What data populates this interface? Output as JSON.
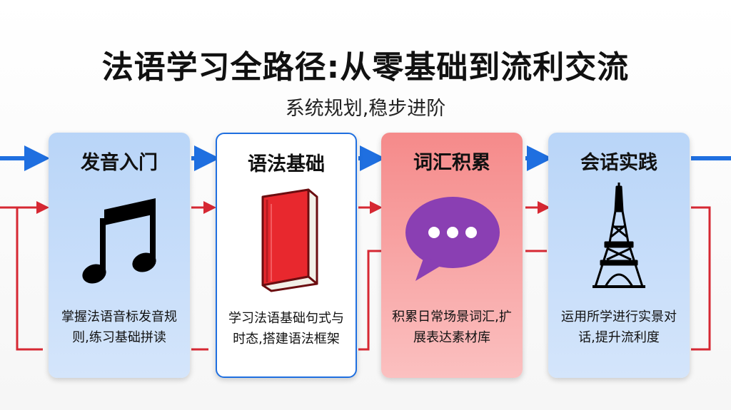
{
  "header": {
    "title": "法语学习全路径:从零基础到流利交流",
    "subtitle": "系统规划,稳步进阶"
  },
  "stages": [
    {
      "title": "发音入门",
      "icon": "music-note-icon",
      "description": "掌握法语音标发音规则,练习基础拼读"
    },
    {
      "title": "语法基础",
      "icon": "book-icon",
      "description": "学习法语基础句式与时态,搭建语法框架"
    },
    {
      "title": "词汇积累",
      "icon": "speech-bubble-icon",
      "description": "积累日常场景词汇,扩展表达素材库"
    },
    {
      "title": "会话实践",
      "icon": "eiffel-tower-icon",
      "description": "运用所学进行实景对话,提升流利度"
    }
  ],
  "colors": {
    "flow_blue": "#1f6fe0",
    "flow_red": "#d62833",
    "card_blue": "#c6dcf9",
    "card_red": "#f7a3a3",
    "book_red": "#e8282e",
    "bubble_purple": "#8a3fb3"
  }
}
